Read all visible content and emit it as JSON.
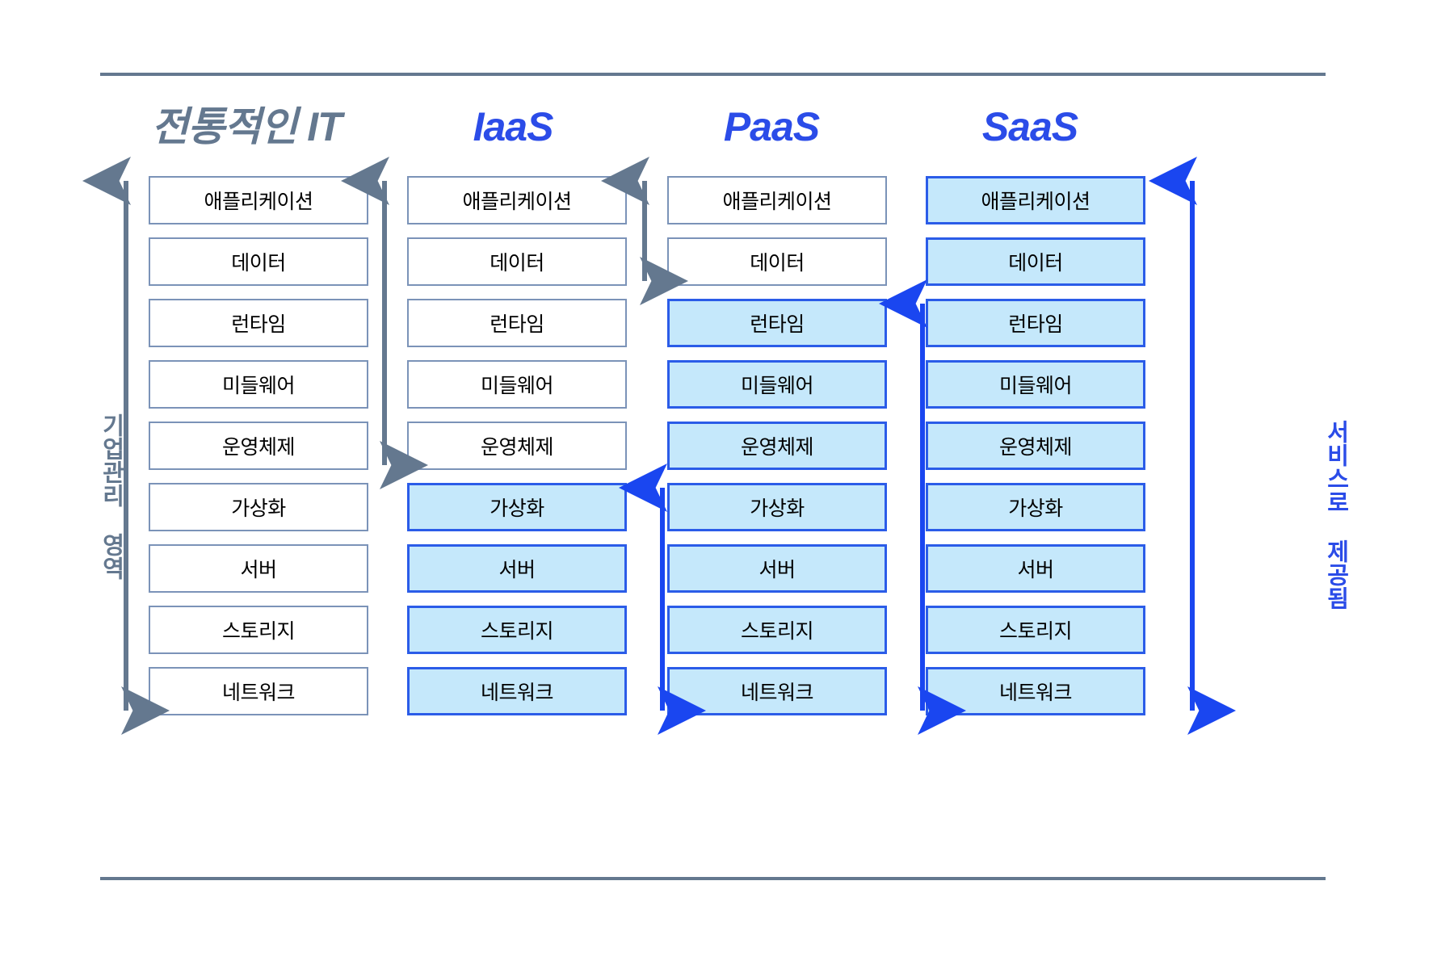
{
  "diagram": {
    "title_traditional": "전통적인 IT",
    "title_iaas": "IaaS",
    "title_paas": "PaaS",
    "title_saas": "SaaS",
    "left_axis_label": "기업관리 영역",
    "right_axis_label": "서비스로 제공됨",
    "colors": {
      "managed_border": "#7b93b8",
      "managed_fill": "#ffffff",
      "service_border": "#2b5ce8",
      "service_fill": "#c5e8fb",
      "gray_blue": "#64788f",
      "bright_blue": "#2b4ce8",
      "rule": "#64788f"
    },
    "layer_names": [
      "애플리케이션",
      "데이터",
      "런타임",
      "미들웨어",
      "운영체제",
      "가상화",
      "서버",
      "스토리지",
      "네트워크"
    ],
    "columns": [
      {
        "key": "traditional",
        "title": "전통적인 IT",
        "title_color": "#64788f",
        "layers": [
          {
            "label": "애플리케이션",
            "mode": "managed"
          },
          {
            "label": "데이터",
            "mode": "managed"
          },
          {
            "label": "런타임",
            "mode": "managed"
          },
          {
            "label": "미들웨어",
            "mode": "managed"
          },
          {
            "label": "운영체제",
            "mode": "managed"
          },
          {
            "label": "가상화",
            "mode": "managed"
          },
          {
            "label": "서버",
            "mode": "managed"
          },
          {
            "label": "스토리지",
            "mode": "managed"
          },
          {
            "label": "네트워크",
            "mode": "managed"
          }
        ],
        "managed_arrow": {
          "from_layer": 0,
          "to_layer": 8,
          "heads": "both"
        },
        "service_arrow": null
      },
      {
        "key": "iaas",
        "title": "IaaS",
        "title_color": "#2b4ce8",
        "layers": [
          {
            "label": "애플리케이션",
            "mode": "managed"
          },
          {
            "label": "데이터",
            "mode": "managed"
          },
          {
            "label": "런타임",
            "mode": "managed"
          },
          {
            "label": "미들웨어",
            "mode": "managed"
          },
          {
            "label": "운영체제",
            "mode": "managed"
          },
          {
            "label": "가상화",
            "mode": "service"
          },
          {
            "label": "서버",
            "mode": "service"
          },
          {
            "label": "스토리지",
            "mode": "service"
          },
          {
            "label": "네트워크",
            "mode": "service"
          }
        ],
        "managed_arrow": {
          "from_layer": 0,
          "to_layer": 4,
          "heads": "both"
        },
        "service_arrow": {
          "from_layer": 5,
          "to_layer": 8,
          "heads": "both"
        }
      },
      {
        "key": "paas",
        "title": "PaaS",
        "title_color": "#2b4ce8",
        "layers": [
          {
            "label": "애플리케이션",
            "mode": "managed"
          },
          {
            "label": "데이터",
            "mode": "managed"
          },
          {
            "label": "런타임",
            "mode": "service"
          },
          {
            "label": "미들웨어",
            "mode": "service"
          },
          {
            "label": "운영체제",
            "mode": "service"
          },
          {
            "label": "가상화",
            "mode": "service"
          },
          {
            "label": "서버",
            "mode": "service"
          },
          {
            "label": "스토리지",
            "mode": "service"
          },
          {
            "label": "네트워크",
            "mode": "service"
          }
        ],
        "managed_arrow": {
          "from_layer": 0,
          "to_layer": 1,
          "heads": "both"
        },
        "service_arrow": {
          "from_layer": 2,
          "to_layer": 8,
          "heads": "both"
        }
      },
      {
        "key": "saas",
        "title": "SaaS",
        "title_color": "#2b4ce8",
        "layers": [
          {
            "label": "애플리케이션",
            "mode": "service"
          },
          {
            "label": "데이터",
            "mode": "service"
          },
          {
            "label": "런타임",
            "mode": "service"
          },
          {
            "label": "미들웨어",
            "mode": "service"
          },
          {
            "label": "운영체제",
            "mode": "service"
          },
          {
            "label": "가상화",
            "mode": "service"
          },
          {
            "label": "서버",
            "mode": "service"
          },
          {
            "label": "스토리지",
            "mode": "service"
          },
          {
            "label": "네트워크",
            "mode": "service"
          }
        ],
        "managed_arrow": null,
        "service_arrow": {
          "from_layer": 0,
          "to_layer": 8,
          "heads": "both"
        }
      }
    ]
  }
}
